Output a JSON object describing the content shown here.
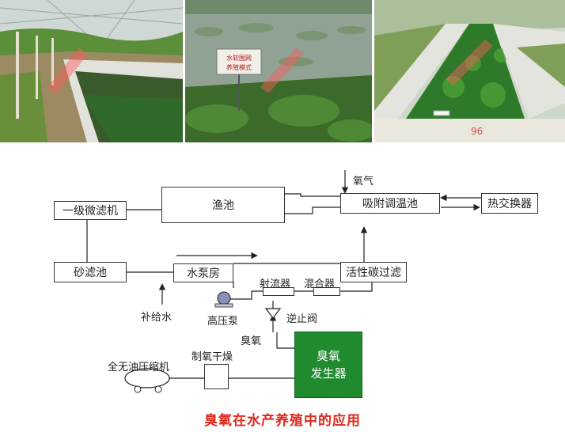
{
  "photos": [
    {
      "name": "photo-greenhouse-channels"
    },
    {
      "name": "photo-pond-sign",
      "sign_text": "水软围网 养殖模式"
    },
    {
      "name": "photo-planted-raceway",
      "marker_text": "96"
    }
  ],
  "diagram": {
    "oxygen_label": "氧气",
    "boxes": {
      "microfilter": "一级微滤机",
      "fish_pond": "渔池",
      "adsorption_pool": "吸附调温池",
      "heat_exchanger": "热交换器",
      "sand_filter": "砂滤池",
      "pump_room": "水泵房",
      "carbon_filter": "活性碳过滤",
      "jet": "射流器",
      "mixer": "混合器"
    },
    "labels": {
      "makeup_water": "补给水",
      "high_pressure_pump": "高压泵",
      "check_valve": "逆止阀",
      "ozone": "臭氧",
      "oxygen_dryer": "制氧干燥",
      "compressor": "全无油压缩机"
    },
    "generator": {
      "line1": "臭氧",
      "line2": "发生器"
    }
  },
  "caption": "臭氧在水产养殖中的应用"
}
